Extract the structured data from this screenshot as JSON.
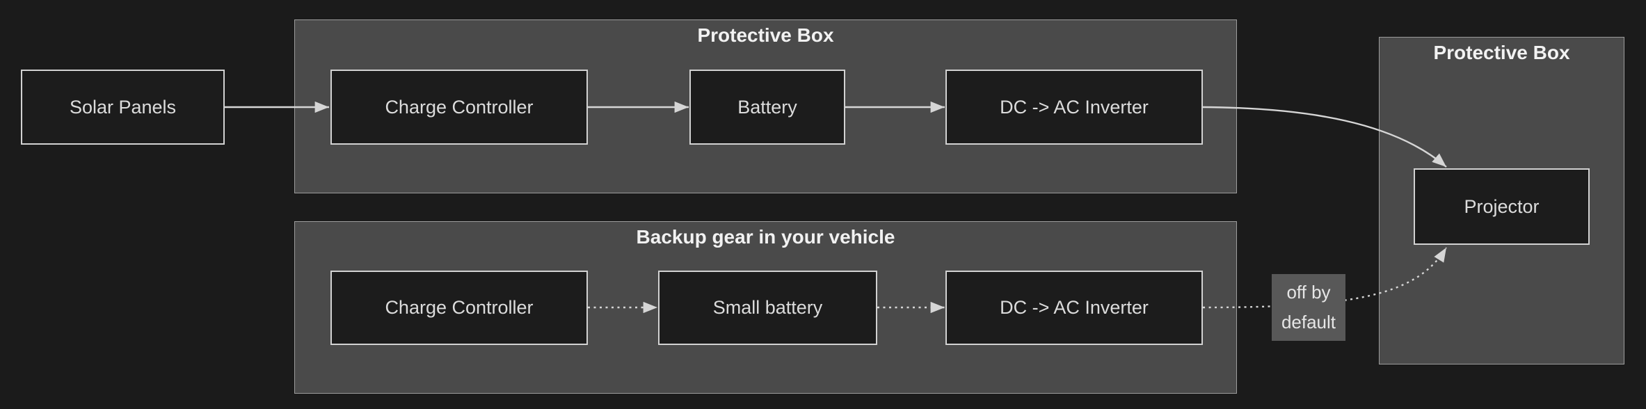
{
  "diagram": {
    "clusters": [
      {
        "id": "protective-box-main",
        "title": "Protective Box"
      },
      {
        "id": "backup-gear-vehicle",
        "title": "Backup gear in your vehicle"
      },
      {
        "id": "protective-box-projector",
        "title": "Protective Box"
      }
    ],
    "nodes": [
      {
        "id": "solar-panels",
        "label": "Solar Panels",
        "cluster": null
      },
      {
        "id": "charge-controller-main",
        "label": "Charge Controller",
        "cluster": "protective-box-main"
      },
      {
        "id": "battery",
        "label": "Battery",
        "cluster": "protective-box-main"
      },
      {
        "id": "dc-ac-inverter-main",
        "label": "DC -> AC Inverter",
        "cluster": "protective-box-main"
      },
      {
        "id": "charge-controller-backup",
        "label": "Charge Controller",
        "cluster": "backup-gear-vehicle"
      },
      {
        "id": "small-battery",
        "label": "Small battery",
        "cluster": "backup-gear-vehicle"
      },
      {
        "id": "dc-ac-inverter-backup",
        "label": "DC -> AC Inverter",
        "cluster": "backup-gear-vehicle"
      },
      {
        "id": "projector",
        "label": "Projector",
        "cluster": "protective-box-projector"
      }
    ],
    "edges": [
      {
        "from": "solar-panels",
        "to": "charge-controller-main",
        "style": "solid"
      },
      {
        "from": "charge-controller-main",
        "to": "battery",
        "style": "solid"
      },
      {
        "from": "battery",
        "to": "dc-ac-inverter-main",
        "style": "solid"
      },
      {
        "from": "dc-ac-inverter-main",
        "to": "projector",
        "style": "solid"
      },
      {
        "from": "charge-controller-backup",
        "to": "small-battery",
        "style": "dotted"
      },
      {
        "from": "small-battery",
        "to": "dc-ac-inverter-backup",
        "style": "dotted"
      },
      {
        "from": "dc-ac-inverter-backup",
        "to": "projector",
        "style": "dotted",
        "label": "off by default"
      }
    ],
    "colors": {
      "bg": "#1b1b1b",
      "cluster_fill": "#4a4a4a",
      "cluster_border": "#9c9c9c",
      "node_fill": "#1c1c1c",
      "node_border": "#d2d2d2",
      "node_text": "#dcdcdc",
      "title_text": "#f2f2f2",
      "edge": "#d6d6d6",
      "label_bg": "#585858",
      "label_text": "#e6e6e6"
    }
  }
}
